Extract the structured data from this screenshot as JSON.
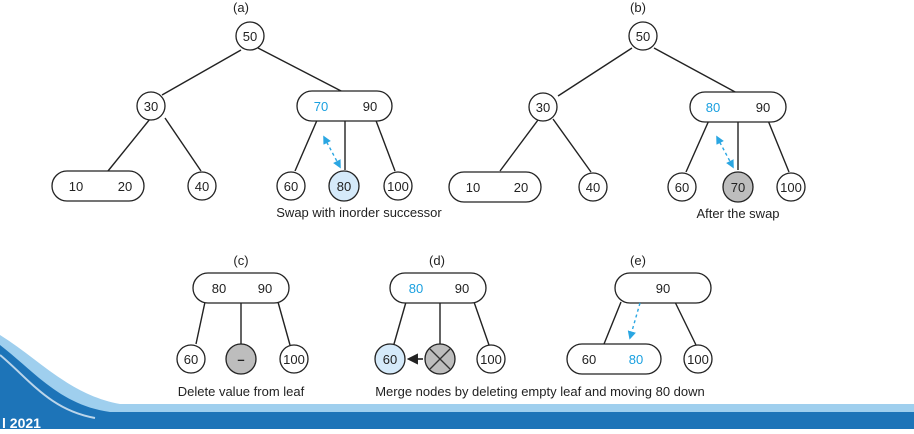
{
  "colors": {
    "highlight_text": "#1aa0e0",
    "highlight_fill": "#d5eafa",
    "gray_fill": "#bdbdbd",
    "arrow_dashed": "#2aa6e2",
    "band_blue": "#1d74b8",
    "band_light": "#9fcfee"
  },
  "panel_a": {
    "label": "(a)",
    "root": "50",
    "left": "30",
    "right_1": "70",
    "right_2": "90",
    "leaf_ll_1": "10",
    "leaf_ll_2": "20",
    "leaf_lr": "40",
    "leaf_r1": "60",
    "leaf_r2": "80",
    "leaf_r3": "100",
    "caption": "Swap with inorder successor"
  },
  "panel_b": {
    "label": "(b)",
    "root": "50",
    "left": "30",
    "right_1": "80",
    "right_2": "90",
    "leaf_ll_1": "10",
    "leaf_ll_2": "20",
    "leaf_lr": "40",
    "leaf_r1": "60",
    "leaf_r2": "70",
    "leaf_r3": "100",
    "caption": "After the swap"
  },
  "panel_c": {
    "label": "(c)",
    "parent_1": "80",
    "parent_2": "90",
    "leaf_1": "60",
    "leaf_2": "–",
    "leaf_3": "100",
    "caption": "Delete value from leaf"
  },
  "panel_d": {
    "label": "(d)",
    "parent_1": "80",
    "parent_2": "90",
    "leaf_1": "60",
    "leaf_3": "100"
  },
  "panel_e": {
    "label": "(e)",
    "parent": "90",
    "leaf_1": "60",
    "leaf_2": "80",
    "leaf_3": "100"
  },
  "caption_de": "Merge nodes by deleting empty leaf and moving 80 down",
  "footer_text": "l 2021"
}
